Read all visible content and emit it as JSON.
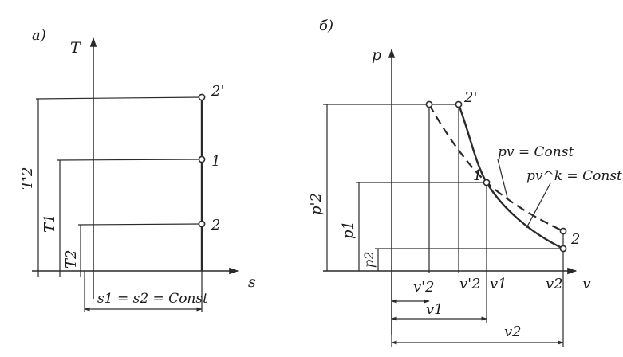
{
  "panel_a": {
    "label": "а)",
    "axis_y": "T",
    "axis_x": "s",
    "points": [
      "2'",
      "1",
      "2"
    ],
    "dims": {
      "T2_prime": "T'2",
      "T1": "T1",
      "T2": "T2"
    },
    "entropy_label": "s1 = s2 = Const"
  },
  "panel_b": {
    "label": "б)",
    "axis_y": "p",
    "axis_x": "v",
    "points": [
      "2'",
      "1",
      "2"
    ],
    "curve_labels": {
      "isothermal": "pv = Const",
      "adiabatic": "pv^k = Const"
    },
    "dims": {
      "p2_prime": "p'2",
      "p1": "p1",
      "p2": "p2"
    },
    "ticks": [
      "v'2",
      "v'2",
      "v1",
      "v2"
    ],
    "dims_v": {
      "v1": "v1",
      "v2": "v2"
    }
  }
}
